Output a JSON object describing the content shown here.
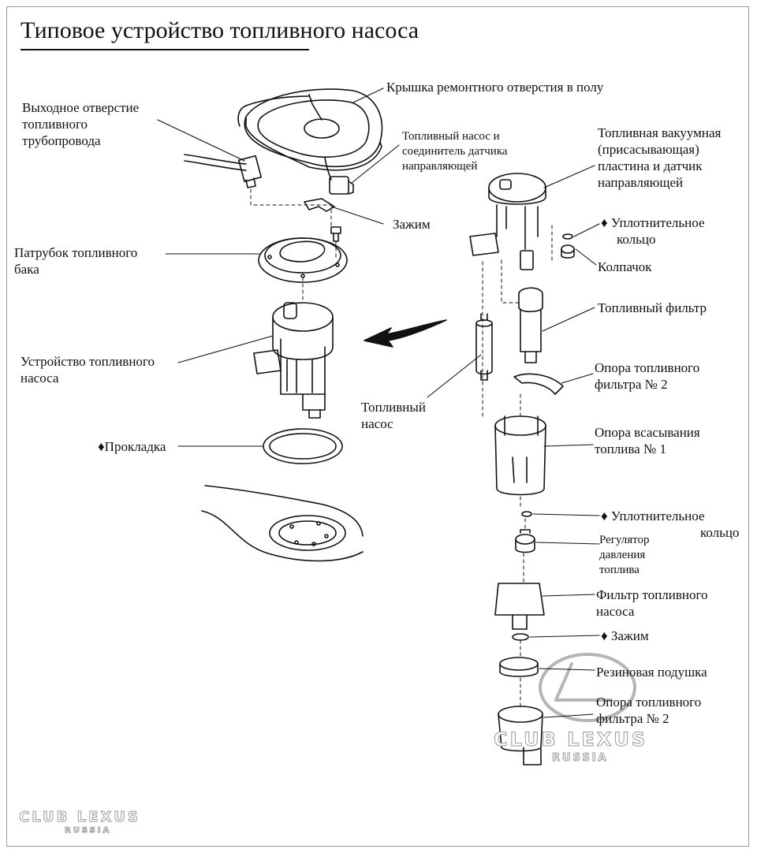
{
  "title": "Типовое устройство топливного насоса",
  "labels": {
    "hatch_cover": "Крышка ремонтного отверстия в полу",
    "outlet_port": [
      "Выходное отверстие",
      "топливного",
      "трубопровода"
    ],
    "pump_connector": [
      "Топливный насос и",
      "соединитель датчика",
      "направляющей"
    ],
    "vacuum_plate": [
      "Топливная вакуумная",
      "(присасывающая)",
      "пластина и датчик",
      "направляющей"
    ],
    "seal_ring_1": [
      "♦ Уплотнительное",
      "кольцо"
    ],
    "clamp_1": "Зажим",
    "cap": "Колпачок",
    "tank_flange": [
      "Патрубок топливного",
      "бака"
    ],
    "fuel_filter": "Топливный фильтр",
    "pump_assembly": [
      "Устройство топливного",
      "насоса"
    ],
    "filter_support_2a": [
      "Опора топливного",
      "фильтра № 2"
    ],
    "fuel_pump": [
      "Топливный",
      "насос"
    ],
    "suction_support": [
      "Опора всасывания",
      "топлива № 1"
    ],
    "gasket": "♦Прокладка",
    "seal_ring_2": [
      "♦ Уплотнительное",
      "кольцо"
    ],
    "pressure_regulator": [
      "Регулятор",
      "давления",
      "топлива"
    ],
    "pump_filter": [
      "Фильтр топливного",
      "насоса"
    ],
    "clamp_2": "♦ Зажим",
    "rubber_cushion": "Резиновая подушка",
    "filter_support_2b": [
      "Опора топливного",
      "фильтра № 2"
    ]
  },
  "watermark": {
    "main": "CLUB LEXUS",
    "sub": "RUSSIA",
    "bottom_main": "CLUB LEXUS",
    "bottom_sub": "RUSSIA"
  }
}
